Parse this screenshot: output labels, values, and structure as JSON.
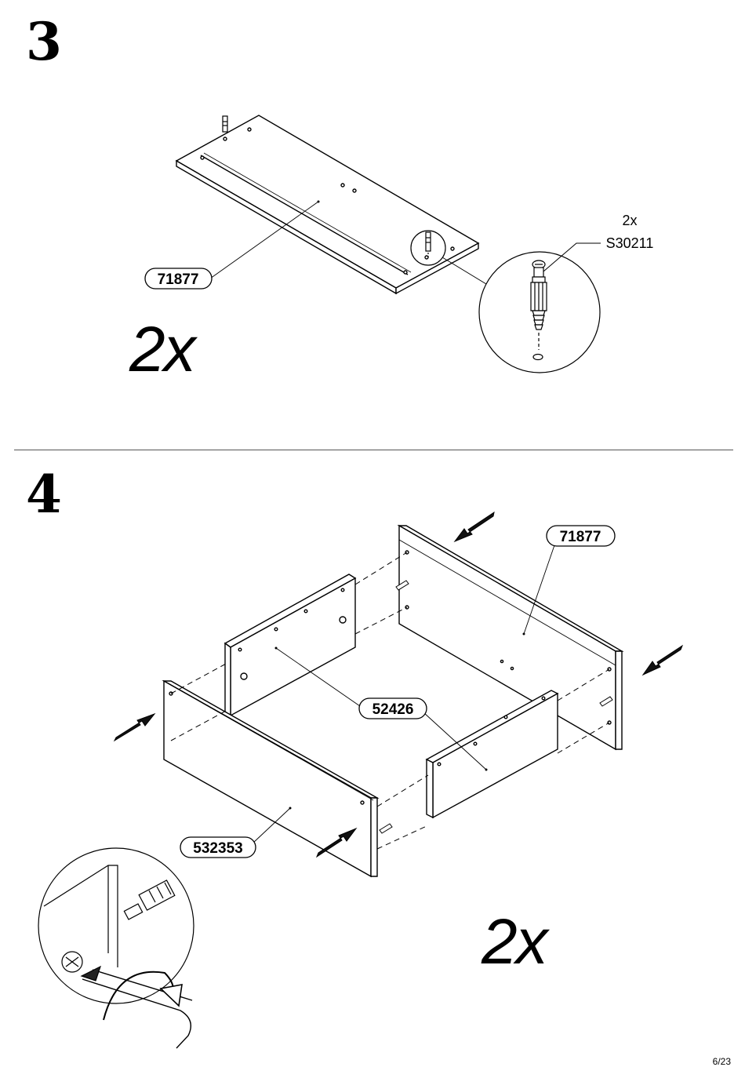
{
  "step3": {
    "number": "3",
    "quantity": "2x",
    "part_label": "71877",
    "hardware_qty": "2x",
    "hardware_code": "S30211"
  },
  "step4": {
    "number": "4",
    "quantity": "2x",
    "labels": {
      "back_panel": "71877",
      "side_panels": "52426",
      "front_panel": "532353"
    }
  },
  "footer": {
    "page": "6/23"
  }
}
